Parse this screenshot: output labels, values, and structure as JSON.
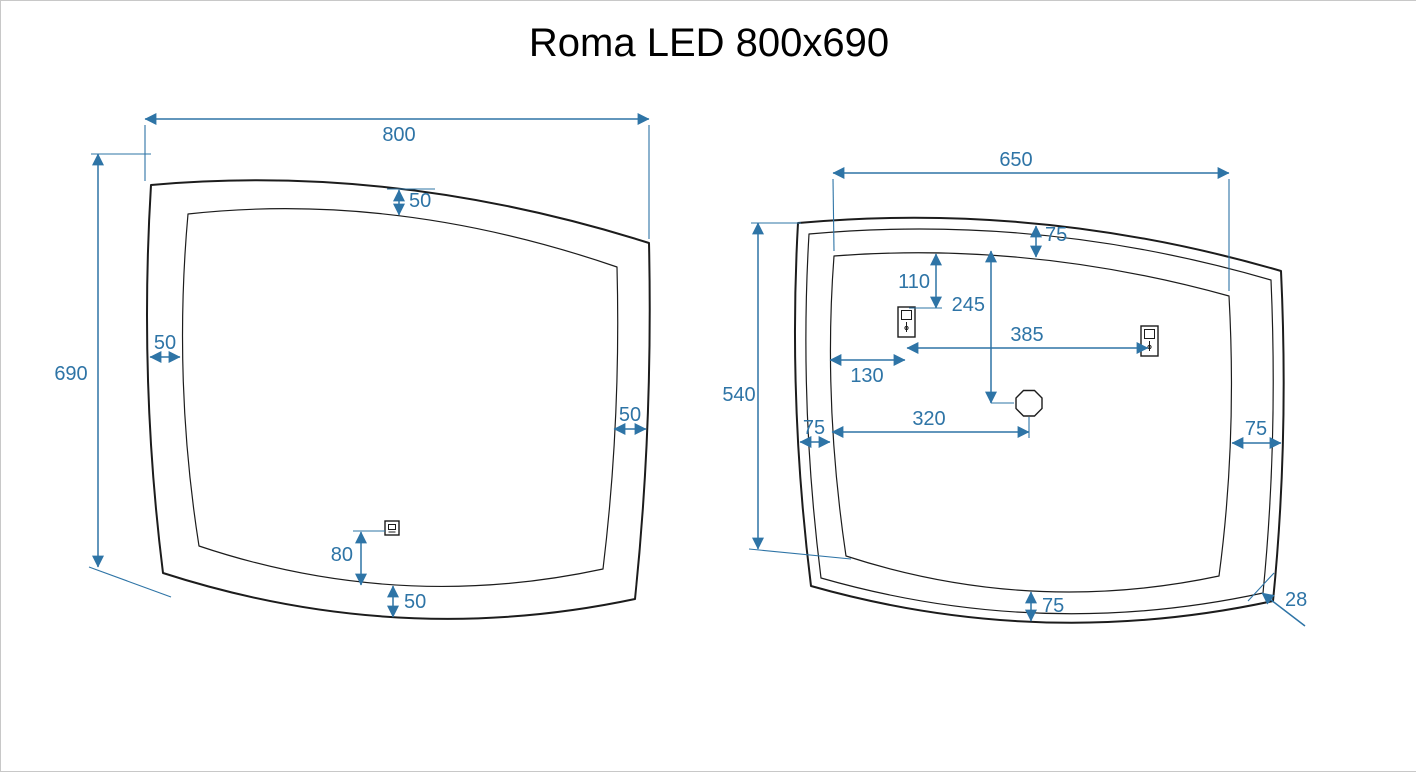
{
  "title": "Roma LED 800x690",
  "colors": {
    "dimension": "#2e74a6",
    "outline": "#1c1c1c",
    "background": "#ffffff"
  },
  "front_view": {
    "dims": {
      "width": "800",
      "height": "690",
      "top_inset": "50",
      "left_inset": "50",
      "right_inset": "50",
      "bottom_inset": "50",
      "sensor_offset": "80"
    }
  },
  "rear_view": {
    "dims": {
      "panel_width": "650",
      "panel_height": "540",
      "top_margin": "75",
      "bracket_drop": "110",
      "box_drop": "245",
      "bracket_span": "385",
      "bracket_left_offset": "130",
      "box_left_offset": "320",
      "left_margin": "75",
      "right_margin": "75",
      "bottom_margin": "75",
      "thickness": "28"
    }
  }
}
